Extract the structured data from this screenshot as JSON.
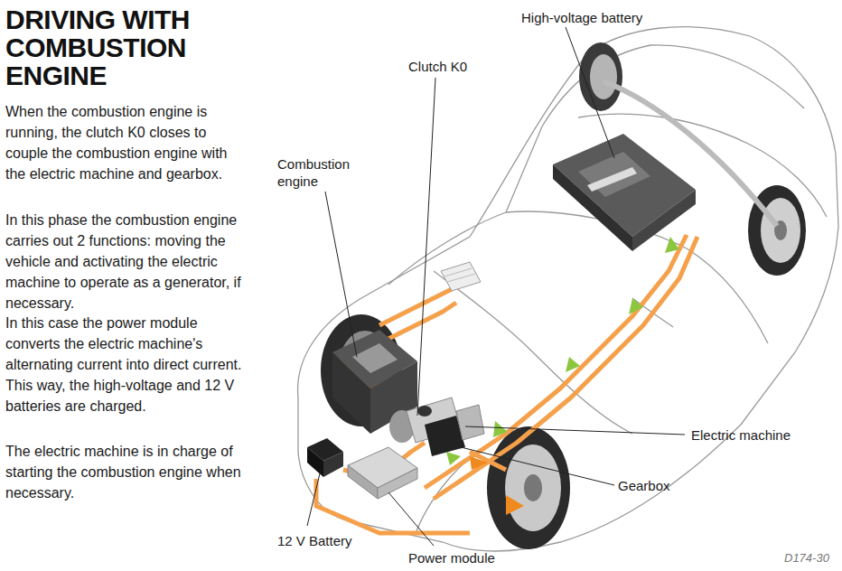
{
  "diagram": {
    "title": "DRIVING WITH COMBUSTION ENGINE",
    "labels": [
      "When the combustion engine is running, the clutch K0 closes to couple the combustion engine with the electric machine and gearbox.",
      "In this phase the combustion engine carries out 2 functions: moving the vehicle and activating the electric machine to operate as a generator, if necessary.",
      "In this case the power module converts the electric machine's alternating current into direct current. This way, the high-voltage and 12 V batteries are charged.",
      "The electric machine is in charge of starting the combustion engine when necessary.",
      "High-voltage battery",
      "Clutch K0",
      "Combustion engine",
      "Electric machine",
      "Gearbox",
      "12 V Battery",
      "Power module",
      "D174-30"
    ]
  }
}
